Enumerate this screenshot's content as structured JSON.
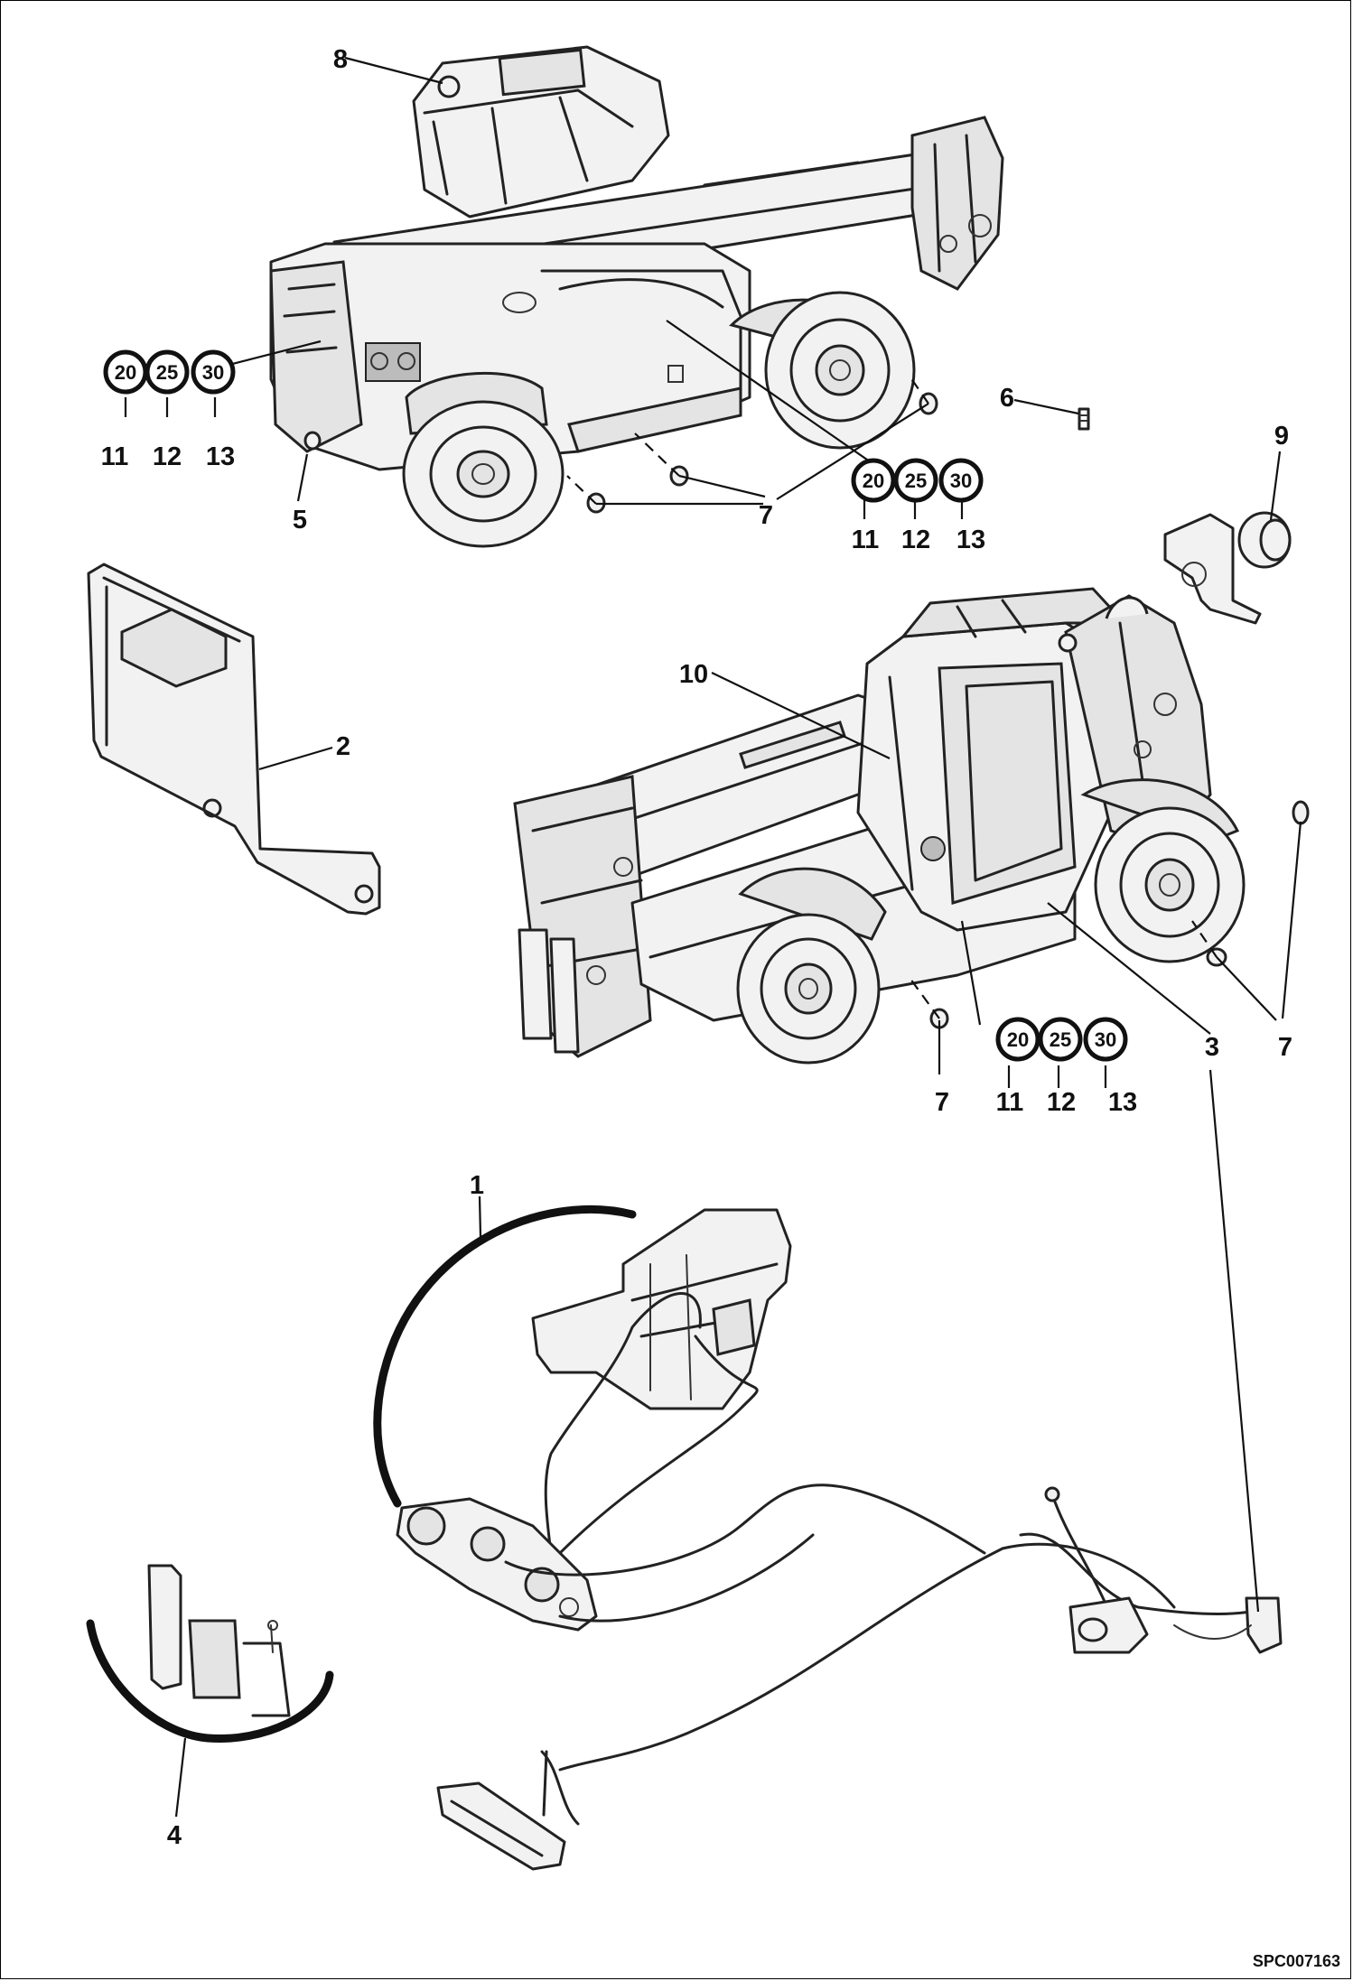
{
  "callouts": {
    "c1": "1",
    "c2": "2",
    "c3": "3",
    "c4": "4",
    "c5": "5",
    "c6": "6",
    "c7": "7",
    "c8": "8",
    "c9": "9",
    "c10": "10",
    "c11": "11",
    "c12": "12",
    "c13": "13"
  },
  "badges": {
    "b20": "20",
    "b25": "25",
    "b30": "30"
  },
  "reference": "SPC007163"
}
